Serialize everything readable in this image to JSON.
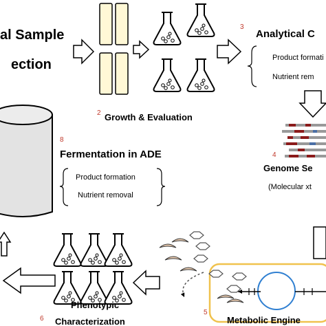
{
  "stage1": {
    "title_line1": "al Sample",
    "title_line2": "ection"
  },
  "stage2": {
    "number": "2",
    "label": "Growth & Evaluation"
  },
  "stage3": {
    "number": "3",
    "title": "Analytical C",
    "items": [
      "Product formati",
      "Nutrient rem"
    ]
  },
  "stage4": {
    "number": "4",
    "title": "Genome Se",
    "subtitle": "(Molecular xt"
  },
  "stage5": {
    "number": "5",
    "title": "Metabolic Engine"
  },
  "stage6": {
    "number": "6",
    "label_line1": "Phenotypic",
    "label_line2": "Characterization"
  },
  "stage8": {
    "number": "8",
    "title": "Fermentation in ADE",
    "items": [
      "Product formation",
      "Nutrient removal"
    ]
  },
  "colors": {
    "tube_fill": "#fff8d6",
    "cylinder_fill": "#e3e3e3",
    "cell_border": "#f0c24d",
    "plasmid": "#2f7fd1",
    "enzyme": "#efd0b4",
    "red_mark": "#c0392b",
    "genome_dark": "#8b1a1a",
    "genome_grey": "#999999",
    "genome_blue": "#4a6fa5"
  }
}
